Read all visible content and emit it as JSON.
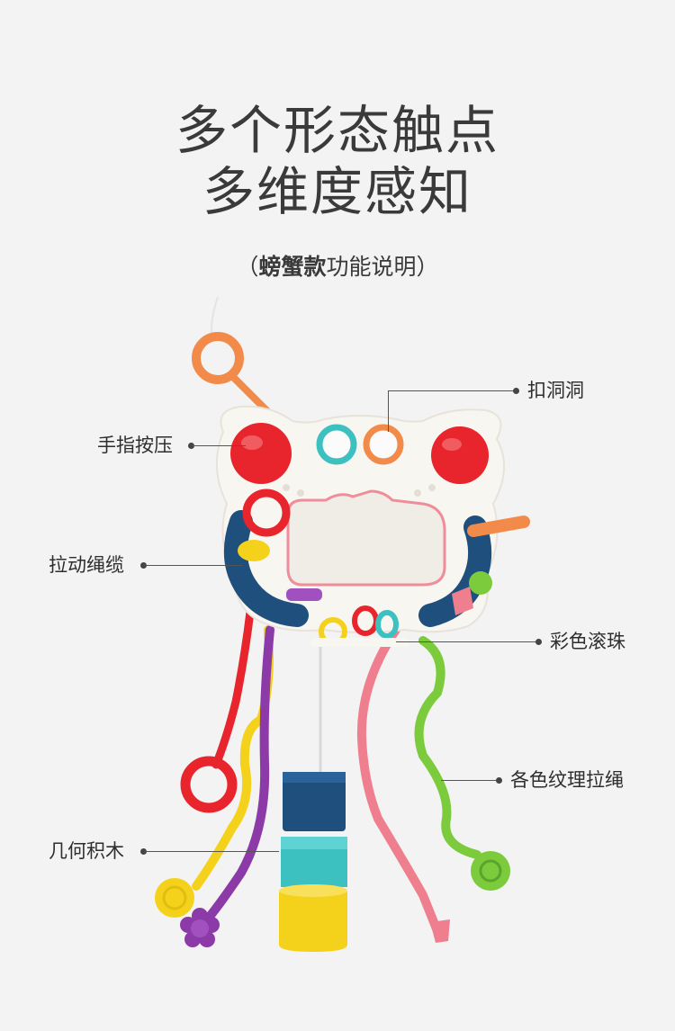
{
  "title": {
    "line1": "多个形态触点",
    "line2": "多维度感知"
  },
  "subtitle": {
    "open": "（",
    "bold": "螃蟹款",
    "rest": "功能说明",
    "close": "）"
  },
  "callouts": {
    "buckle": "扣洞洞",
    "press": "手指按压",
    "rope": "拉动绳缆",
    "beads": "彩色滚珠",
    "textured": "各色纹理拉绳",
    "blocks": "几何积木"
  },
  "colors": {
    "background": "#f3f3f3",
    "red": "#e8252c",
    "orange": "#f28a4a",
    "teal": "#3cc0c0",
    "navy": "#1f4f7d",
    "yellow": "#f4d21c",
    "pink": "#ef7f8e",
    "green": "#7ccb3c",
    "purple": "#8b3aa8"
  }
}
